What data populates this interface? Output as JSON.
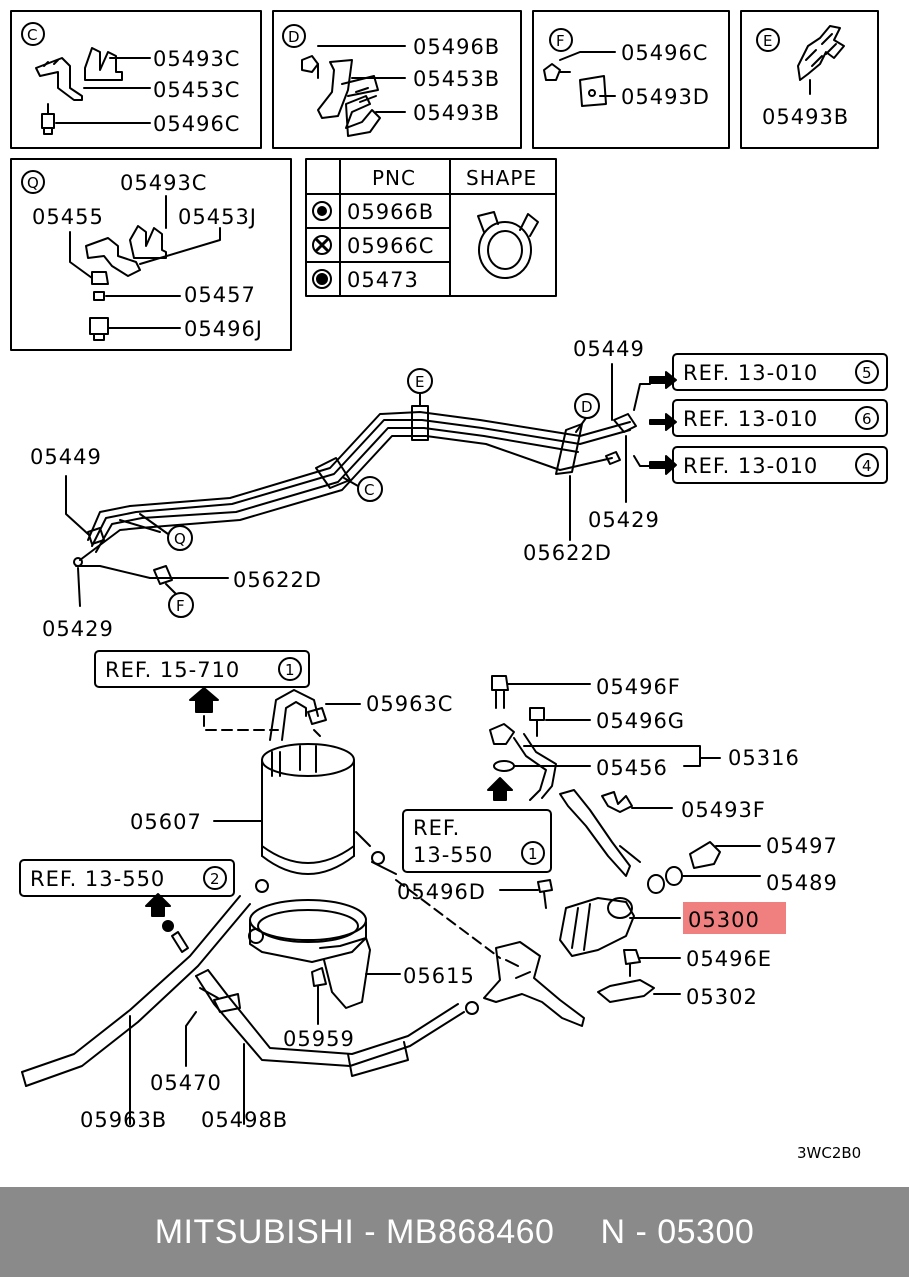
{
  "detail_c": {
    "letter": "C",
    "parts": [
      "05493C",
      "05453C",
      "05496C"
    ]
  },
  "detail_d": {
    "letter": "D",
    "parts": [
      "05496B",
      "05453B",
      "05493B"
    ]
  },
  "detail_f": {
    "letter": "F",
    "parts": [
      "05496C",
      "05493D"
    ]
  },
  "detail_e": {
    "letter": "E",
    "parts": [
      "05493B"
    ]
  },
  "detail_q": {
    "letter": "Q",
    "parts": [
      "05493C",
      "05455",
      "05453J",
      "05457",
      "05496J"
    ]
  },
  "pnc_table": {
    "header_pnc": "PNC",
    "header_shape": "SHAPE",
    "rows": [
      "05966B",
      "05966C",
      "05473"
    ]
  },
  "lines": {
    "part_05449_top": "05449",
    "part_05449_left": "05449",
    "ref_5": "REF. 13-010",
    "ref_5_num": "5",
    "ref_6": "REF. 13-010",
    "ref_6_num": "6",
    "ref_4": "REF. 13-010",
    "ref_4_num": "4",
    "clip_e": "E",
    "clip_d": "D",
    "clip_c": "C",
    "clip_q": "Q",
    "clip_f": "F",
    "part_05429_right": "05429",
    "part_05622d_right": "05622D",
    "part_05622d_left": "05622D",
    "part_05429_left": "05429"
  },
  "lower": {
    "ref_15": "REF. 15-710",
    "ref_15_num": "1",
    "ref_13_550_a": "REF.",
    "ref_13_550_b": "13-550",
    "ref_13_550_num": "1",
    "ref_13_550_left": "REF. 13-550",
    "ref_13_550_left_num": "2",
    "parts": {
      "p05963c": "05963C",
      "p05607": "05607",
      "p05496f": "05496F",
      "p05496g": "05496G",
      "p05456": "05456",
      "p05316": "05316",
      "p05493f": "05493F",
      "p05497": "05497",
      "p05489": "05489",
      "p05496d": "05496D",
      "p05300": "05300",
      "p05496e": "05496E",
      "p05615": "05615",
      "p05302": "05302",
      "p05959": "05959",
      "p05470": "05470",
      "p05963b": "05963B",
      "p05498b": "05498B"
    },
    "highlight_color": "#f08080",
    "diagram_code": "3WC2B0"
  },
  "footer": {
    "brand_part": "MITSUBISHI - MB868460",
    "pnc": "N - 05300"
  }
}
